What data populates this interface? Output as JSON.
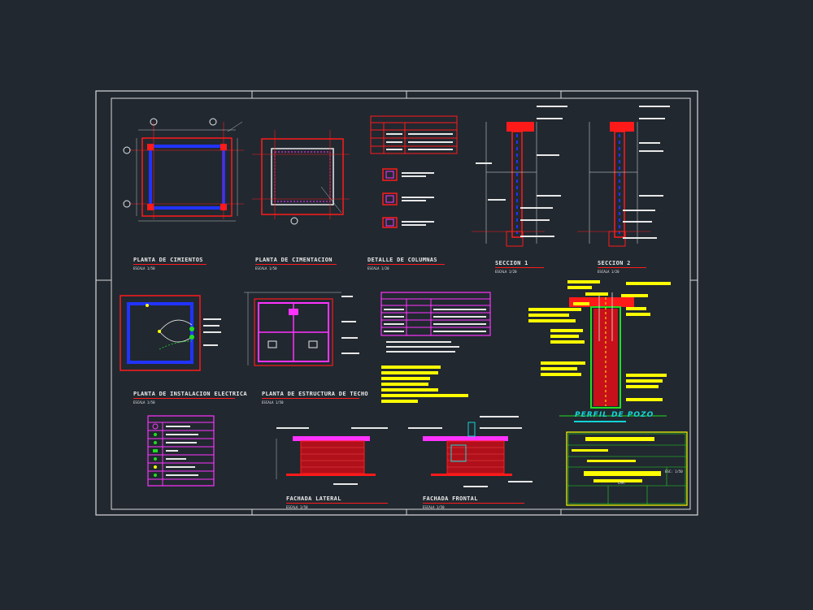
{
  "drawing": {
    "views": {
      "planta_cimientos": {
        "title": "PLANTA DE CIMIENTOS",
        "scale": "ESCALA 1/50"
      },
      "planta_cimentacion": {
        "title": "PLANTA DE CIMENTACION",
        "scale": "ESCALA 1/50"
      },
      "detalle_columnas": {
        "title": "DETALLE DE COLUMNAS",
        "scale": "ESCALA 1/20"
      },
      "seccion_1": {
        "title": "SECCION 1",
        "scale": "ESCALA 1/20"
      },
      "seccion_2": {
        "title": "SECCION 2",
        "scale": "ESCALA 1/20"
      },
      "instalacion_electrica": {
        "title": "PLANTA DE INSTALACION ELECTRICA",
        "scale": "ESCALA 1/50"
      },
      "estructura_techo": {
        "title": "PLANTA DE ESTRUCTURA DE TECHO",
        "scale": "ESCALA 1/50"
      },
      "fachada_lateral": {
        "title": "FACHADA LATERAL",
        "scale": "ESCALA 1/50"
      },
      "fachada_frontal": {
        "title": "FACHADA FRONTAL",
        "scale": "ESCALA 1/50"
      },
      "perfil_pozo": {
        "title": "PERFIL DE POZO"
      }
    },
    "title_block": {
      "scale_note": "ESC: 1/50",
      "sheet": "LAM:"
    },
    "colors": {
      "background": "#212830",
      "frame": "#d9d9d9",
      "red": "#ff1a1a",
      "blue": "#2233ff",
      "magenta": "#ff33ff",
      "yellow": "#ffff00",
      "green": "#22dd22",
      "cyan": "#12d6d6"
    }
  }
}
